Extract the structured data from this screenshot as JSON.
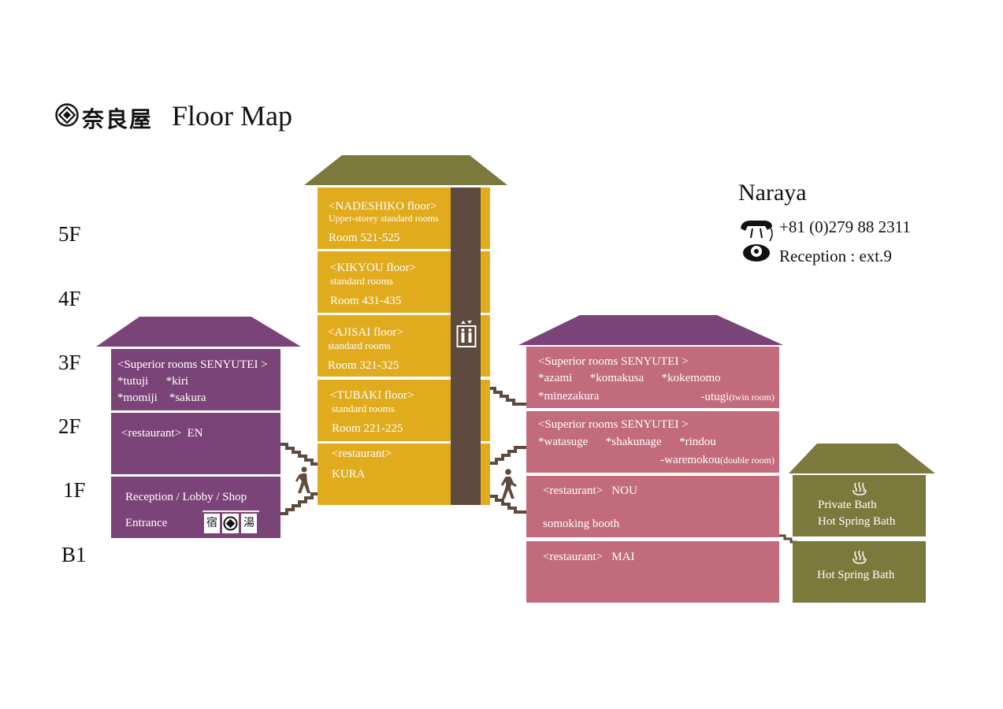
{
  "header": {
    "logo_text": "奈良屋",
    "title": "Floor Map"
  },
  "contact": {
    "name": "Naraya",
    "phone": "+81 (0)279 88 2311",
    "reception": "Reception : ext.9"
  },
  "floors": [
    "5F",
    "4F",
    "3F",
    "2F",
    "1F",
    "B1"
  ],
  "left_building": {
    "room_3f_title": "<Superior rooms SENYUTEI >",
    "room_3f_line1": "*tutuji      *kiri",
    "room_3f_line2": "*momiji    *sakura",
    "room_2f": "<restaurant>  EN",
    "room_1f_line1": "Reception / Lobby / Shop",
    "room_1f_line2": "Entrance",
    "noren": [
      "宿",
      "湯"
    ]
  },
  "center_building": {
    "f5_title": "<NADESHIKO floor>",
    "f5_sub": "Upper-storey standard rooms",
    "f5_rooms": "Room 521-525",
    "f4_title": "<KIKYOU floor>",
    "f4_sub": "standard rooms",
    "f4_rooms": "Room 431-435",
    "f3_title": "<AJISAI floor>",
    "f3_sub": "standard rooms",
    "f3_rooms": "Room 321-325",
    "f2_title": "<TUBAKI floor>",
    "f2_sub": "standard rooms",
    "f2_rooms": "Room 221-225",
    "f1_title": "<restaurant>",
    "f1_name": "KURA"
  },
  "right_building": {
    "f3_title": "<Superior rooms SENYUTEI >",
    "f3_line1": "*azami      *komakusa      *kokemomo",
    "f3_line2a": "*minezakura",
    "f3_line2b": "-utugi",
    "f3_line2b_note": "(twin room)",
    "f2_title": "<Superior rooms SENYUTEI >",
    "f2_line1": "*watasuge      *shakunage      *rindou",
    "f2_line2": "-waremokou",
    "f2_line2_note": "(double room)",
    "f1_title": "<restaurant>   NOU",
    "f1_sub": "somoking booth",
    "b1_title": "<restaurant>   MAI"
  },
  "bath_building": {
    "upper_line1": "Private Bath",
    "upper_line2": "Hot Spring Bath",
    "lower_line1": "Hot Spring Bath"
  },
  "colors": {
    "purple": "#7b4478",
    "gold": "#e0ac1e",
    "pink": "#c26b7d",
    "olive": "#7b7a3c",
    "elevator": "#5e4a3e"
  }
}
